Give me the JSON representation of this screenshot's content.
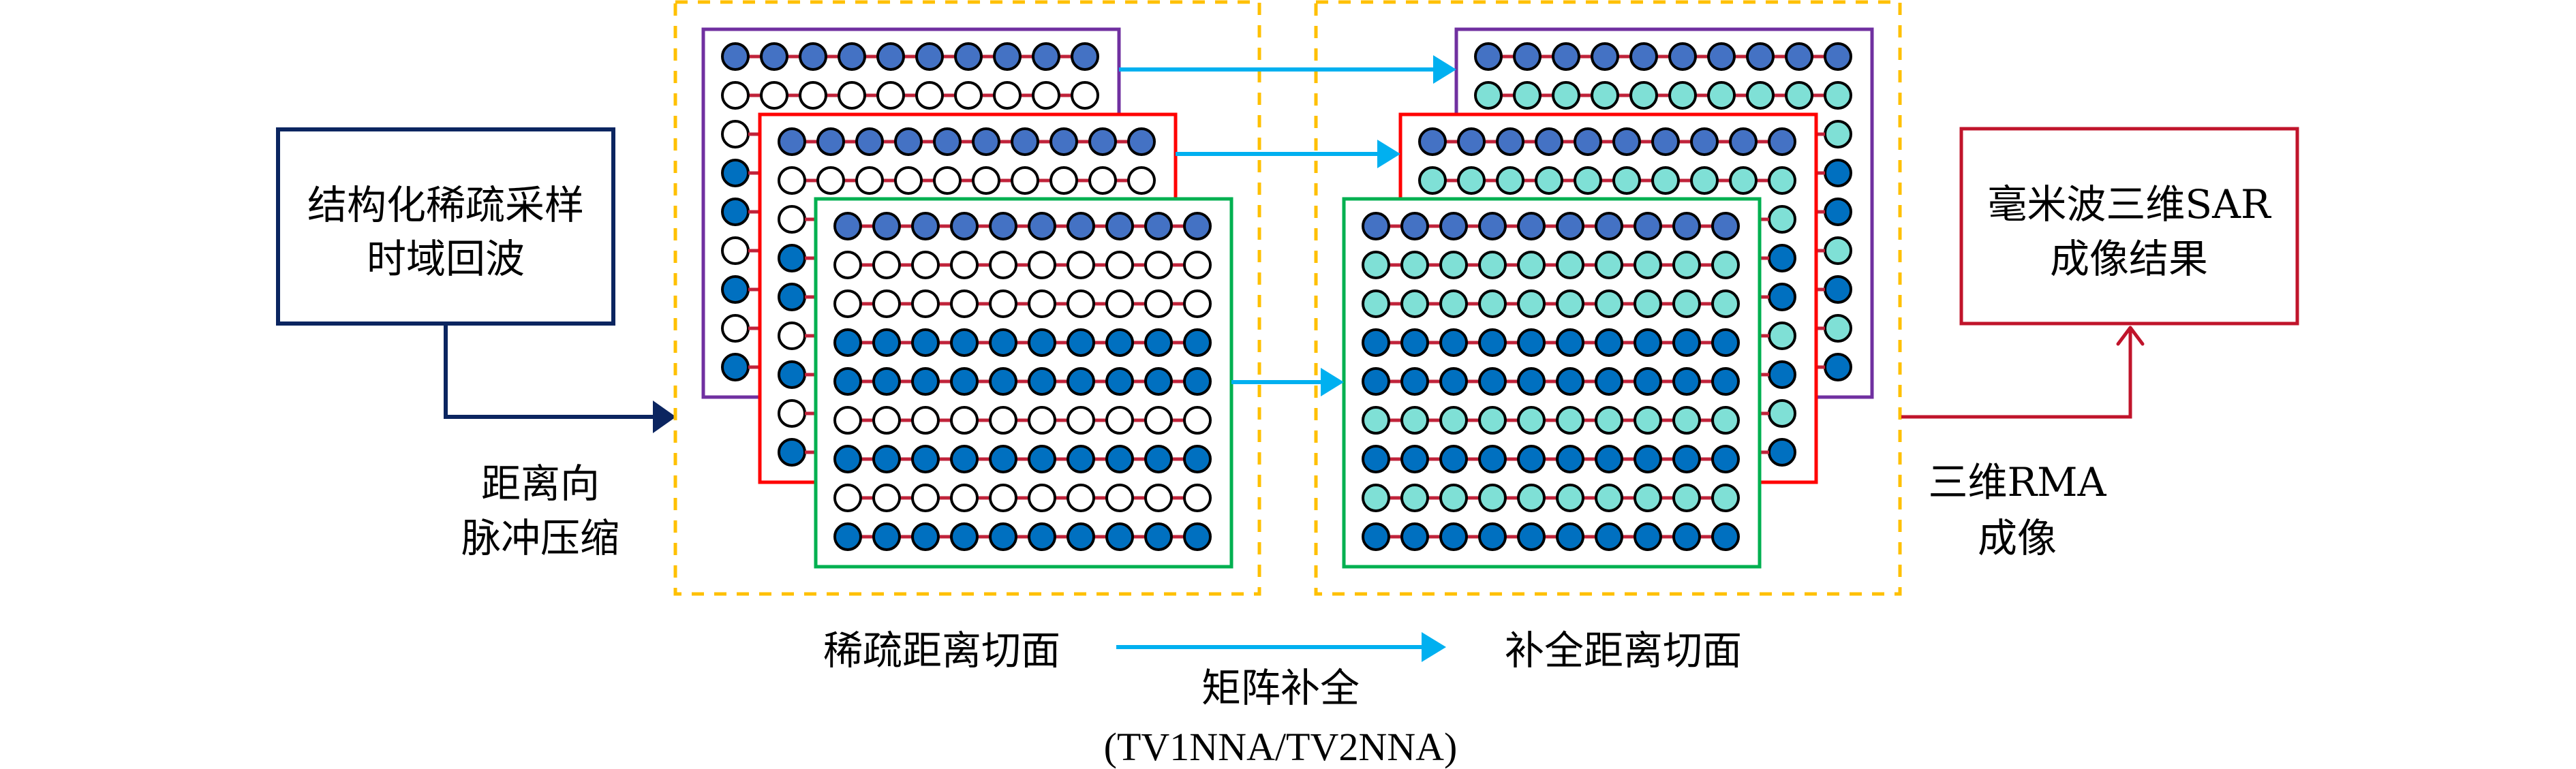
{
  "colors": {
    "input_box": "#0B2560",
    "output_box": "#C0142B",
    "dashed_group": "#FFC000",
    "flow_arrow": "#00B0F0",
    "panel_back": "#7030A0",
    "panel_middle": "#FF0000",
    "panel_front": "#00B050",
    "connector": "#C0233A",
    "node_stroke": "#000000",
    "node_light_blue": "#4472C4",
    "node_dark_blue": "#0070C0",
    "node_empty": "#FFFFFF",
    "node_completed": "#7FE0D6"
  },
  "input_box": {
    "line1": "结构化稀疏采样",
    "line2": "时域回波"
  },
  "step1_label": {
    "line1": "距离向",
    "line2": "脉冲压缩"
  },
  "step2_label": {
    "line1": "三维RMA",
    "line2": "成像"
  },
  "output_box": {
    "line1": "毫米波三维SAR",
    "line2": "成像结果"
  },
  "legend": {
    "sparse_label": "稀疏距离切面",
    "completed_label": "补全距离切面",
    "method_line1": "矩阵补全",
    "method_line2": "(TV1NNA/TV2NNA)"
  },
  "grid": {
    "columns": 10,
    "sparse_rows": [
      "light",
      "empty",
      "empty",
      "dark",
      "dark",
      "empty",
      "dark",
      "empty",
      "dark"
    ],
    "completed_rows": [
      "light",
      "teal",
      "teal",
      "dark",
      "dark",
      "teal",
      "dark",
      "teal",
      "dark"
    ]
  },
  "panels": {
    "sparse": [
      {
        "name": "sparse-slice-back",
        "color_key": "panel_back"
      },
      {
        "name": "sparse-slice-middle",
        "color_key": "panel_middle"
      },
      {
        "name": "sparse-slice-front",
        "color_key": "panel_front"
      }
    ],
    "completed": [
      {
        "name": "completed-slice-back",
        "color_key": "panel_back"
      },
      {
        "name": "completed-slice-middle",
        "color_key": "panel_middle"
      },
      {
        "name": "completed-slice-front",
        "color_key": "panel_front"
      }
    ]
  }
}
